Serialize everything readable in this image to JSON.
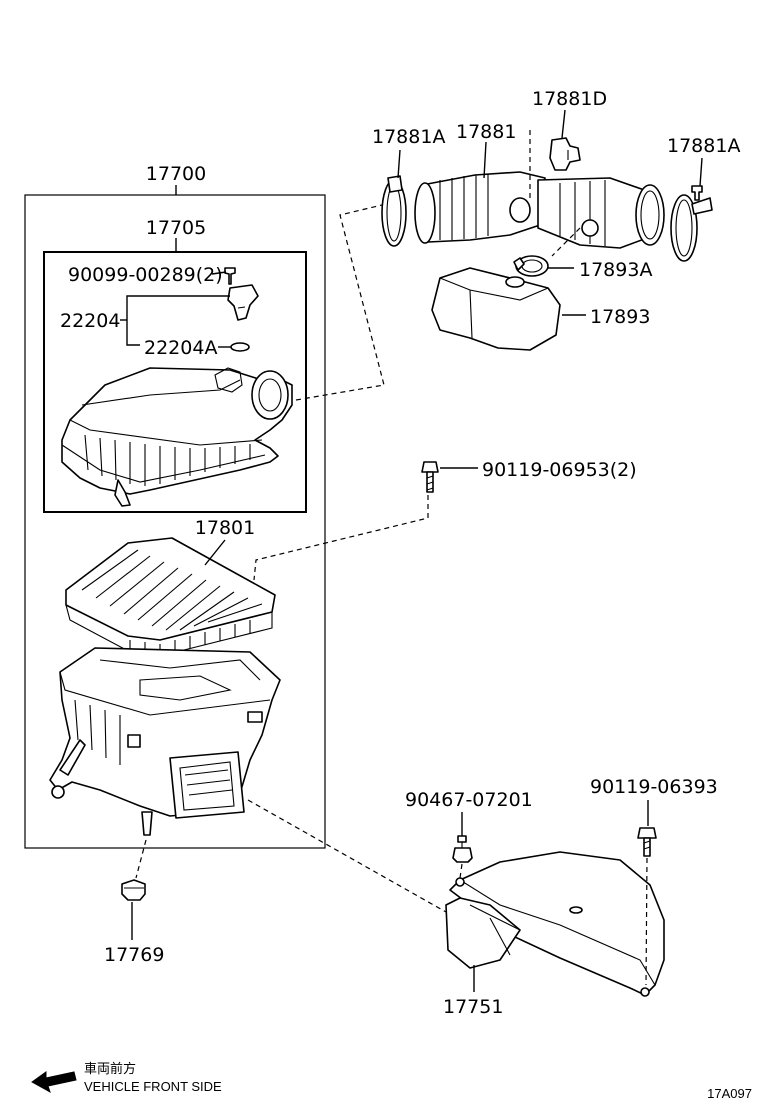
{
  "parts": {
    "p17700": "17700",
    "p17705": "17705",
    "p90099": "90099-00289(2)",
    "p22204": "22204",
    "p22204A": "22204A",
    "p17801": "17801",
    "p17881A_left": "17881A",
    "p17881": "17881",
    "p17881D": "17881D",
    "p17881A_right": "17881A",
    "p17893A": "17893A",
    "p17893": "17893",
    "p90119_06953": "90119-06953(2)",
    "p90467": "90467-07201",
    "p90119_06393": "90119-06393",
    "p17769": "17769",
    "p17751": "17751"
  },
  "legend": {
    "japanese": "車両前方",
    "english": "VEHICLE FRONT SIDE"
  },
  "drawing_code": "17A097"
}
